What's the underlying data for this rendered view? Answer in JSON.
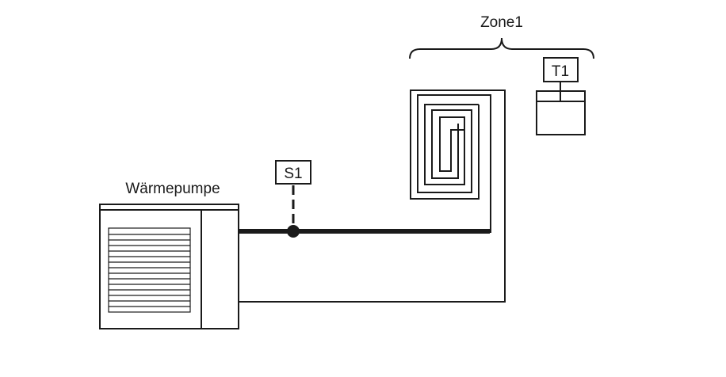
{
  "labels": {
    "heat_pump": "Wärmepumpe",
    "zone": "Zone1",
    "sensor": "S1",
    "thermostat": "T1"
  }
}
